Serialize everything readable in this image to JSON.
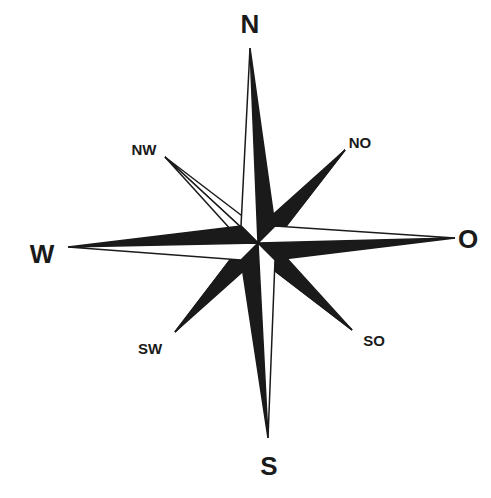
{
  "diagram": {
    "labels": [
      "N",
      "NO",
      "O",
      "SO",
      "S",
      "SW",
      "W",
      "NW"
    ]
  }
}
